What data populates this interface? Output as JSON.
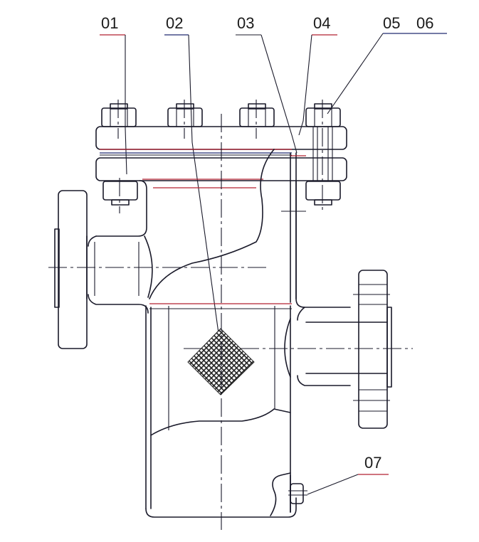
{
  "drawing": {
    "type": "cross-section technical drawing",
    "subject": "basket strainer / filter assembly",
    "line_color": "#1a1a2a",
    "accent_colors": [
      "#b22030",
      "#202a70"
    ]
  },
  "callouts": [
    {
      "id": "01",
      "label": "01"
    },
    {
      "id": "02",
      "label": "02"
    },
    {
      "id": "03",
      "label": "03"
    },
    {
      "id": "04",
      "label": "04"
    },
    {
      "id": "05",
      "label": "05"
    },
    {
      "id": "06",
      "label": "06"
    },
    {
      "id": "07",
      "label": "07"
    }
  ],
  "components": {
    "bolts_top_count": 4,
    "bolts_bottom_visible": 2,
    "mesh_screen": "diamond wire-mesh element",
    "inlet_flange": "left",
    "outlet_flange": "right",
    "drain_plug": "bottom right"
  }
}
